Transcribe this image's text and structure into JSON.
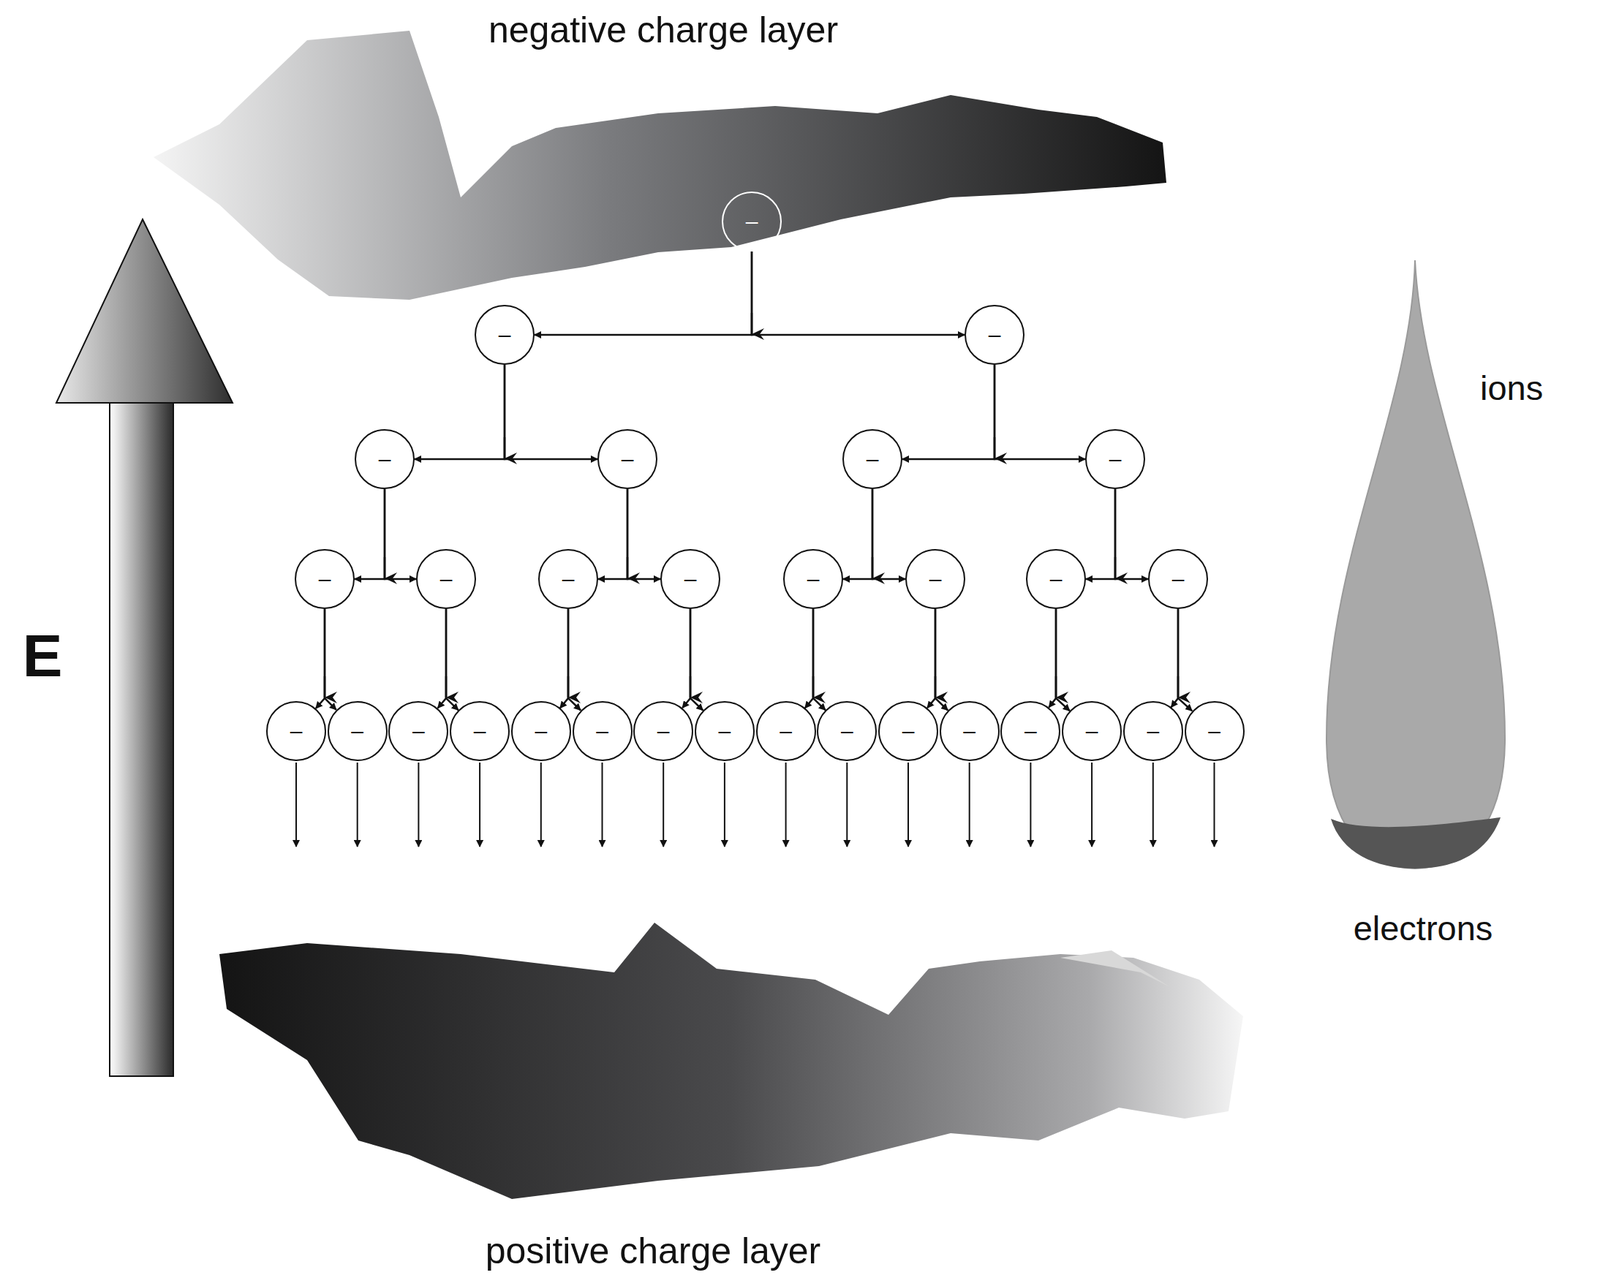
{
  "diagram": {
    "nodes": [
      {
        "text": [
          "–"
        ]
      },
      {
        "text": [
          "–"
        ]
      },
      {
        "text": [
          "–"
        ]
      },
      {
        "text": [
          "–"
        ]
      },
      {
        "text": [
          "–"
        ]
      },
      {
        "text": [
          "–"
        ]
      },
      {
        "text": [
          "–"
        ]
      },
      {
        "text": [
          "–"
        ]
      },
      {
        "text": [
          "–"
        ]
      },
      {
        "text": [
          "–"
        ]
      },
      {
        "text": [
          "–"
        ]
      },
      {
        "text": [
          "–"
        ]
      },
      {
        "text": [
          "–"
        ]
      },
      {
        "text": [
          "–"
        ]
      },
      {
        "text": [
          "–"
        ]
      },
      {
        "text": [
          "–"
        ]
      },
      {
        "text": [
          "–"
        ]
      },
      {
        "text": [
          "–"
        ]
      },
      {
        "text": [
          "–"
        ]
      },
      {
        "text": [
          "–"
        ]
      },
      {
        "text": [
          "–"
        ]
      },
      {
        "text": [
          "–"
        ]
      },
      {
        "text": [
          "–"
        ]
      },
      {
        "text": [
          "–"
        ]
      },
      {
        "text": [
          "–"
        ]
      },
      {
        "text": [
          "–"
        ]
      },
      {
        "text": [
          "–"
        ]
      },
      {
        "text": [
          "–"
        ]
      },
      {
        "text": [
          "–"
        ]
      },
      {
        "text": [
          "–"
        ]
      },
      {
        "text": [
          "–"
        ]
      }
    ],
    "edges": [
      {
        "from": 0,
        "to": 1,
        "arrow": "to"
      },
      {
        "from": 0,
        "to": 2,
        "arrow": "to"
      },
      {
        "from": 1,
        "to": 3,
        "arrow": "to"
      },
      {
        "from": 1,
        "to": 4,
        "arrow": "to"
      },
      {
        "from": 2,
        "to": 5,
        "arrow": "to"
      },
      {
        "from": 2,
        "to": 6,
        "arrow": "to"
      },
      {
        "from": 3,
        "to": 7,
        "arrow": "to"
      },
      {
        "from": 3,
        "to": 8,
        "arrow": "to"
      },
      {
        "from": 4,
        "to": 9,
        "arrow": "to"
      },
      {
        "from": 4,
        "to": 10,
        "arrow": "to"
      },
      {
        "from": 5,
        "to": 11,
        "arrow": "to"
      },
      {
        "from": 5,
        "to": 12,
        "arrow": "to"
      },
      {
        "from": 6,
        "to": 13,
        "arrow": "to"
      },
      {
        "from": 6,
        "to": 14,
        "arrow": "to"
      },
      {
        "from": 7,
        "to": 15,
        "arrow": "to"
      },
      {
        "from": 7,
        "to": 16,
        "arrow": "to"
      },
      {
        "from": 8,
        "to": 17,
        "arrow": "to"
      },
      {
        "from": 8,
        "to": 18,
        "arrow": "to"
      },
      {
        "from": 9,
        "to": 19,
        "arrow": "to"
      },
      {
        "from": 9,
        "to": 20,
        "arrow": "to"
      },
      {
        "from": 10,
        "to": 21,
        "arrow": "to"
      },
      {
        "from": 10,
        "to": 22,
        "arrow": "to"
      },
      {
        "from": 11,
        "to": 23,
        "arrow": "to"
      },
      {
        "from": 11,
        "to": 24,
        "arrow": "to"
      },
      {
        "from": 12,
        "to": 25,
        "arrow": "to"
      },
      {
        "from": 12,
        "to": 26,
        "arrow": "to"
      },
      {
        "from": 13,
        "to": 27,
        "arrow": "to"
      },
      {
        "from": 13,
        "to": 28,
        "arrow": "to"
      },
      {
        "from": 14,
        "to": 29,
        "arrow": "to"
      },
      {
        "from": 14,
        "to": 30,
        "arrow": "to"
      }
    ],
    "labels": [
      "negative charge layer",
      "E",
      "ions",
      "electrons",
      "positive charge layer"
    ]
  }
}
